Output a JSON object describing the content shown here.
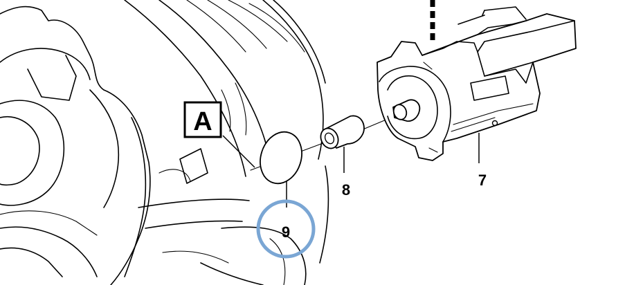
{
  "callout_box": {
    "label": "A"
  },
  "parts": [
    {
      "number": "7"
    },
    {
      "number": "8"
    },
    {
      "number": "9"
    }
  ],
  "highlight": {
    "target": "9",
    "color": "#7aa6d4"
  }
}
